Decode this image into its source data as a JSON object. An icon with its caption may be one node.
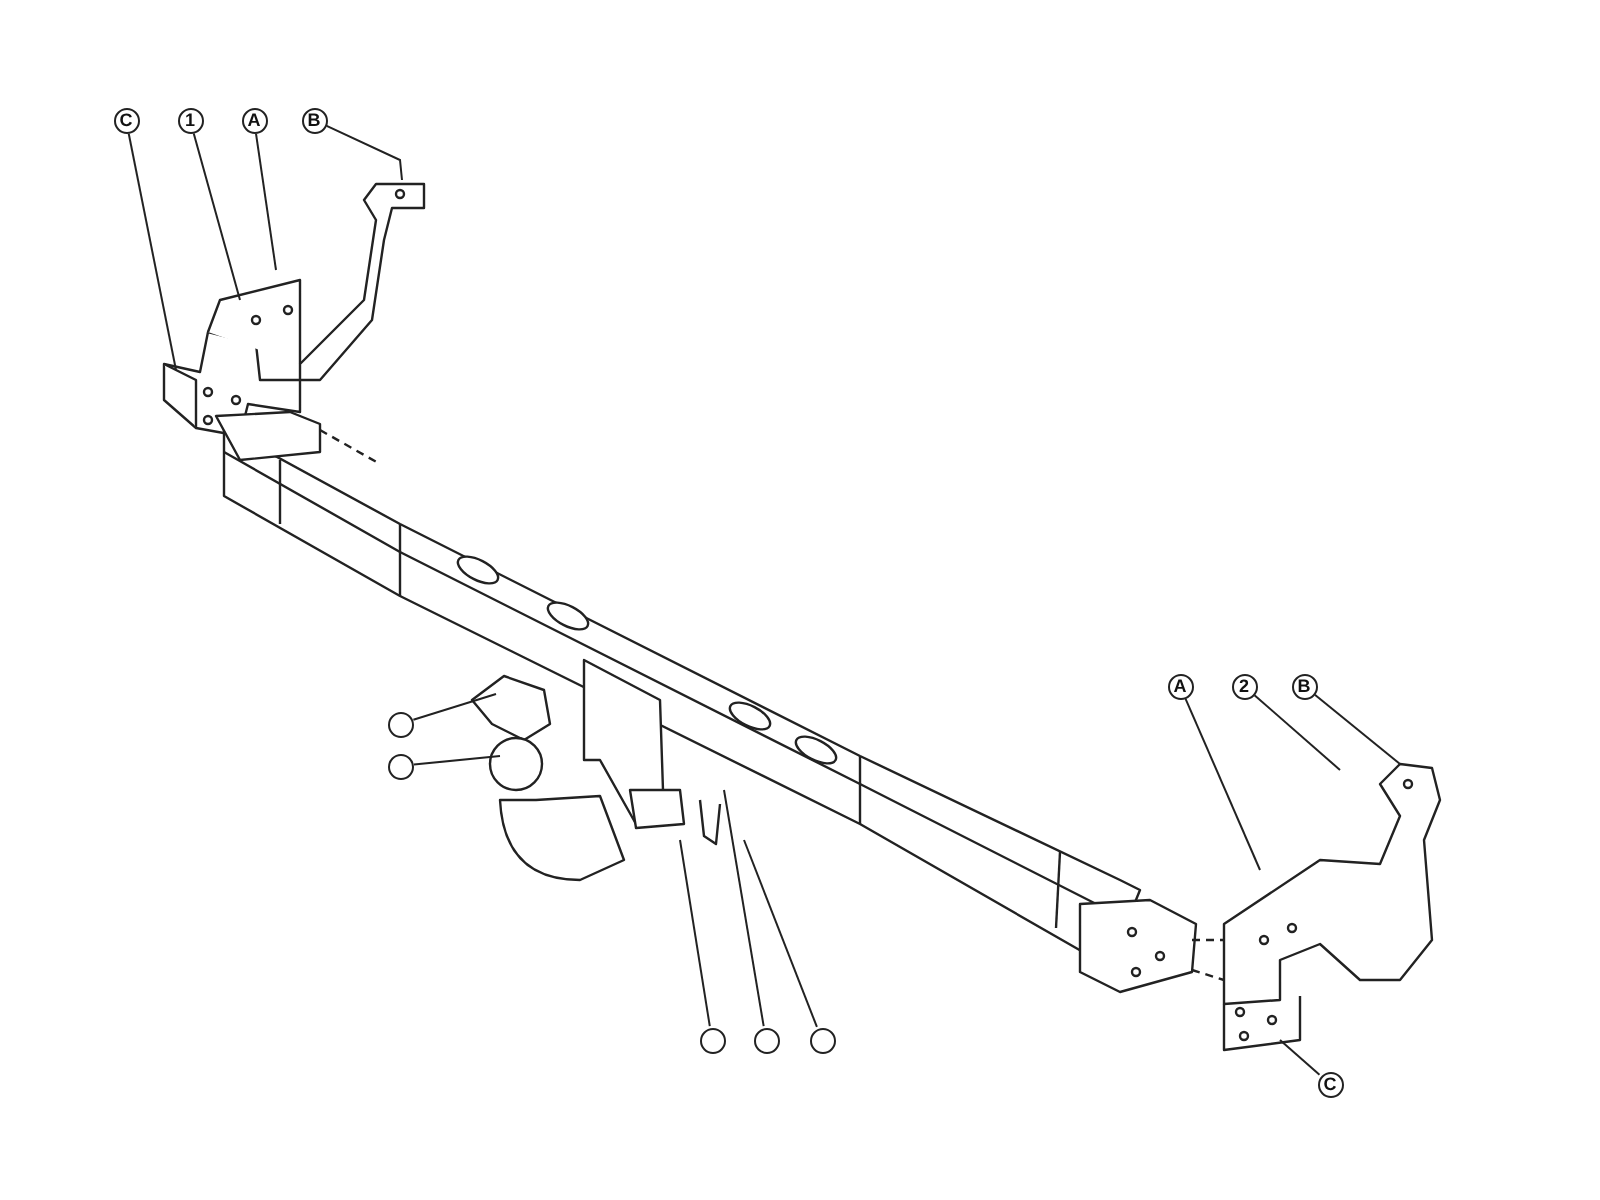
{
  "diagram": {
    "nodes": [
      {
        "text": [
          "C"
        ]
      },
      {
        "text": [
          "1"
        ]
      },
      {
        "text": [
          "A"
        ]
      },
      {
        "text": [
          "B"
        ]
      },
      {
        "text": [],
        "shape": "circle"
      },
      {
        "text": [],
        "shape": "circle"
      },
      {
        "text": [],
        "shape": "circle"
      },
      {
        "text": [],
        "shape": "circle"
      },
      {
        "text": [],
        "shape": "circle"
      },
      {
        "text": [
          "A"
        ]
      },
      {
        "text": [
          "2"
        ]
      },
      {
        "text": [
          "B"
        ]
      },
      {
        "text": [
          "C"
        ]
      }
    ],
    "edges": [
      {
        "from": 0,
        "to": null,
        "arrow": "none"
      },
      {
        "from": 1,
        "to": null,
        "arrow": "none"
      },
      {
        "from": 2,
        "to": null,
        "arrow": "none"
      },
      {
        "from": 3,
        "to": null,
        "arrow": "none"
      },
      {
        "from": 4,
        "to": null,
        "arrow": "none"
      },
      {
        "from": 5,
        "to": null,
        "arrow": "none"
      },
      {
        "from": 6,
        "to": null,
        "arrow": "none"
      },
      {
        "from": 7,
        "to": null,
        "arrow": "none"
      },
      {
        "from": 8,
        "to": null,
        "arrow": "none"
      },
      {
        "from": 9,
        "to": null,
        "arrow": "none"
      },
      {
        "from": 10,
        "to": null,
        "arrow": "none"
      },
      {
        "from": 11,
        "to": null,
        "arrow": "none"
      },
      {
        "from": 12,
        "to": null,
        "arrow": "none"
      }
    ]
  }
}
